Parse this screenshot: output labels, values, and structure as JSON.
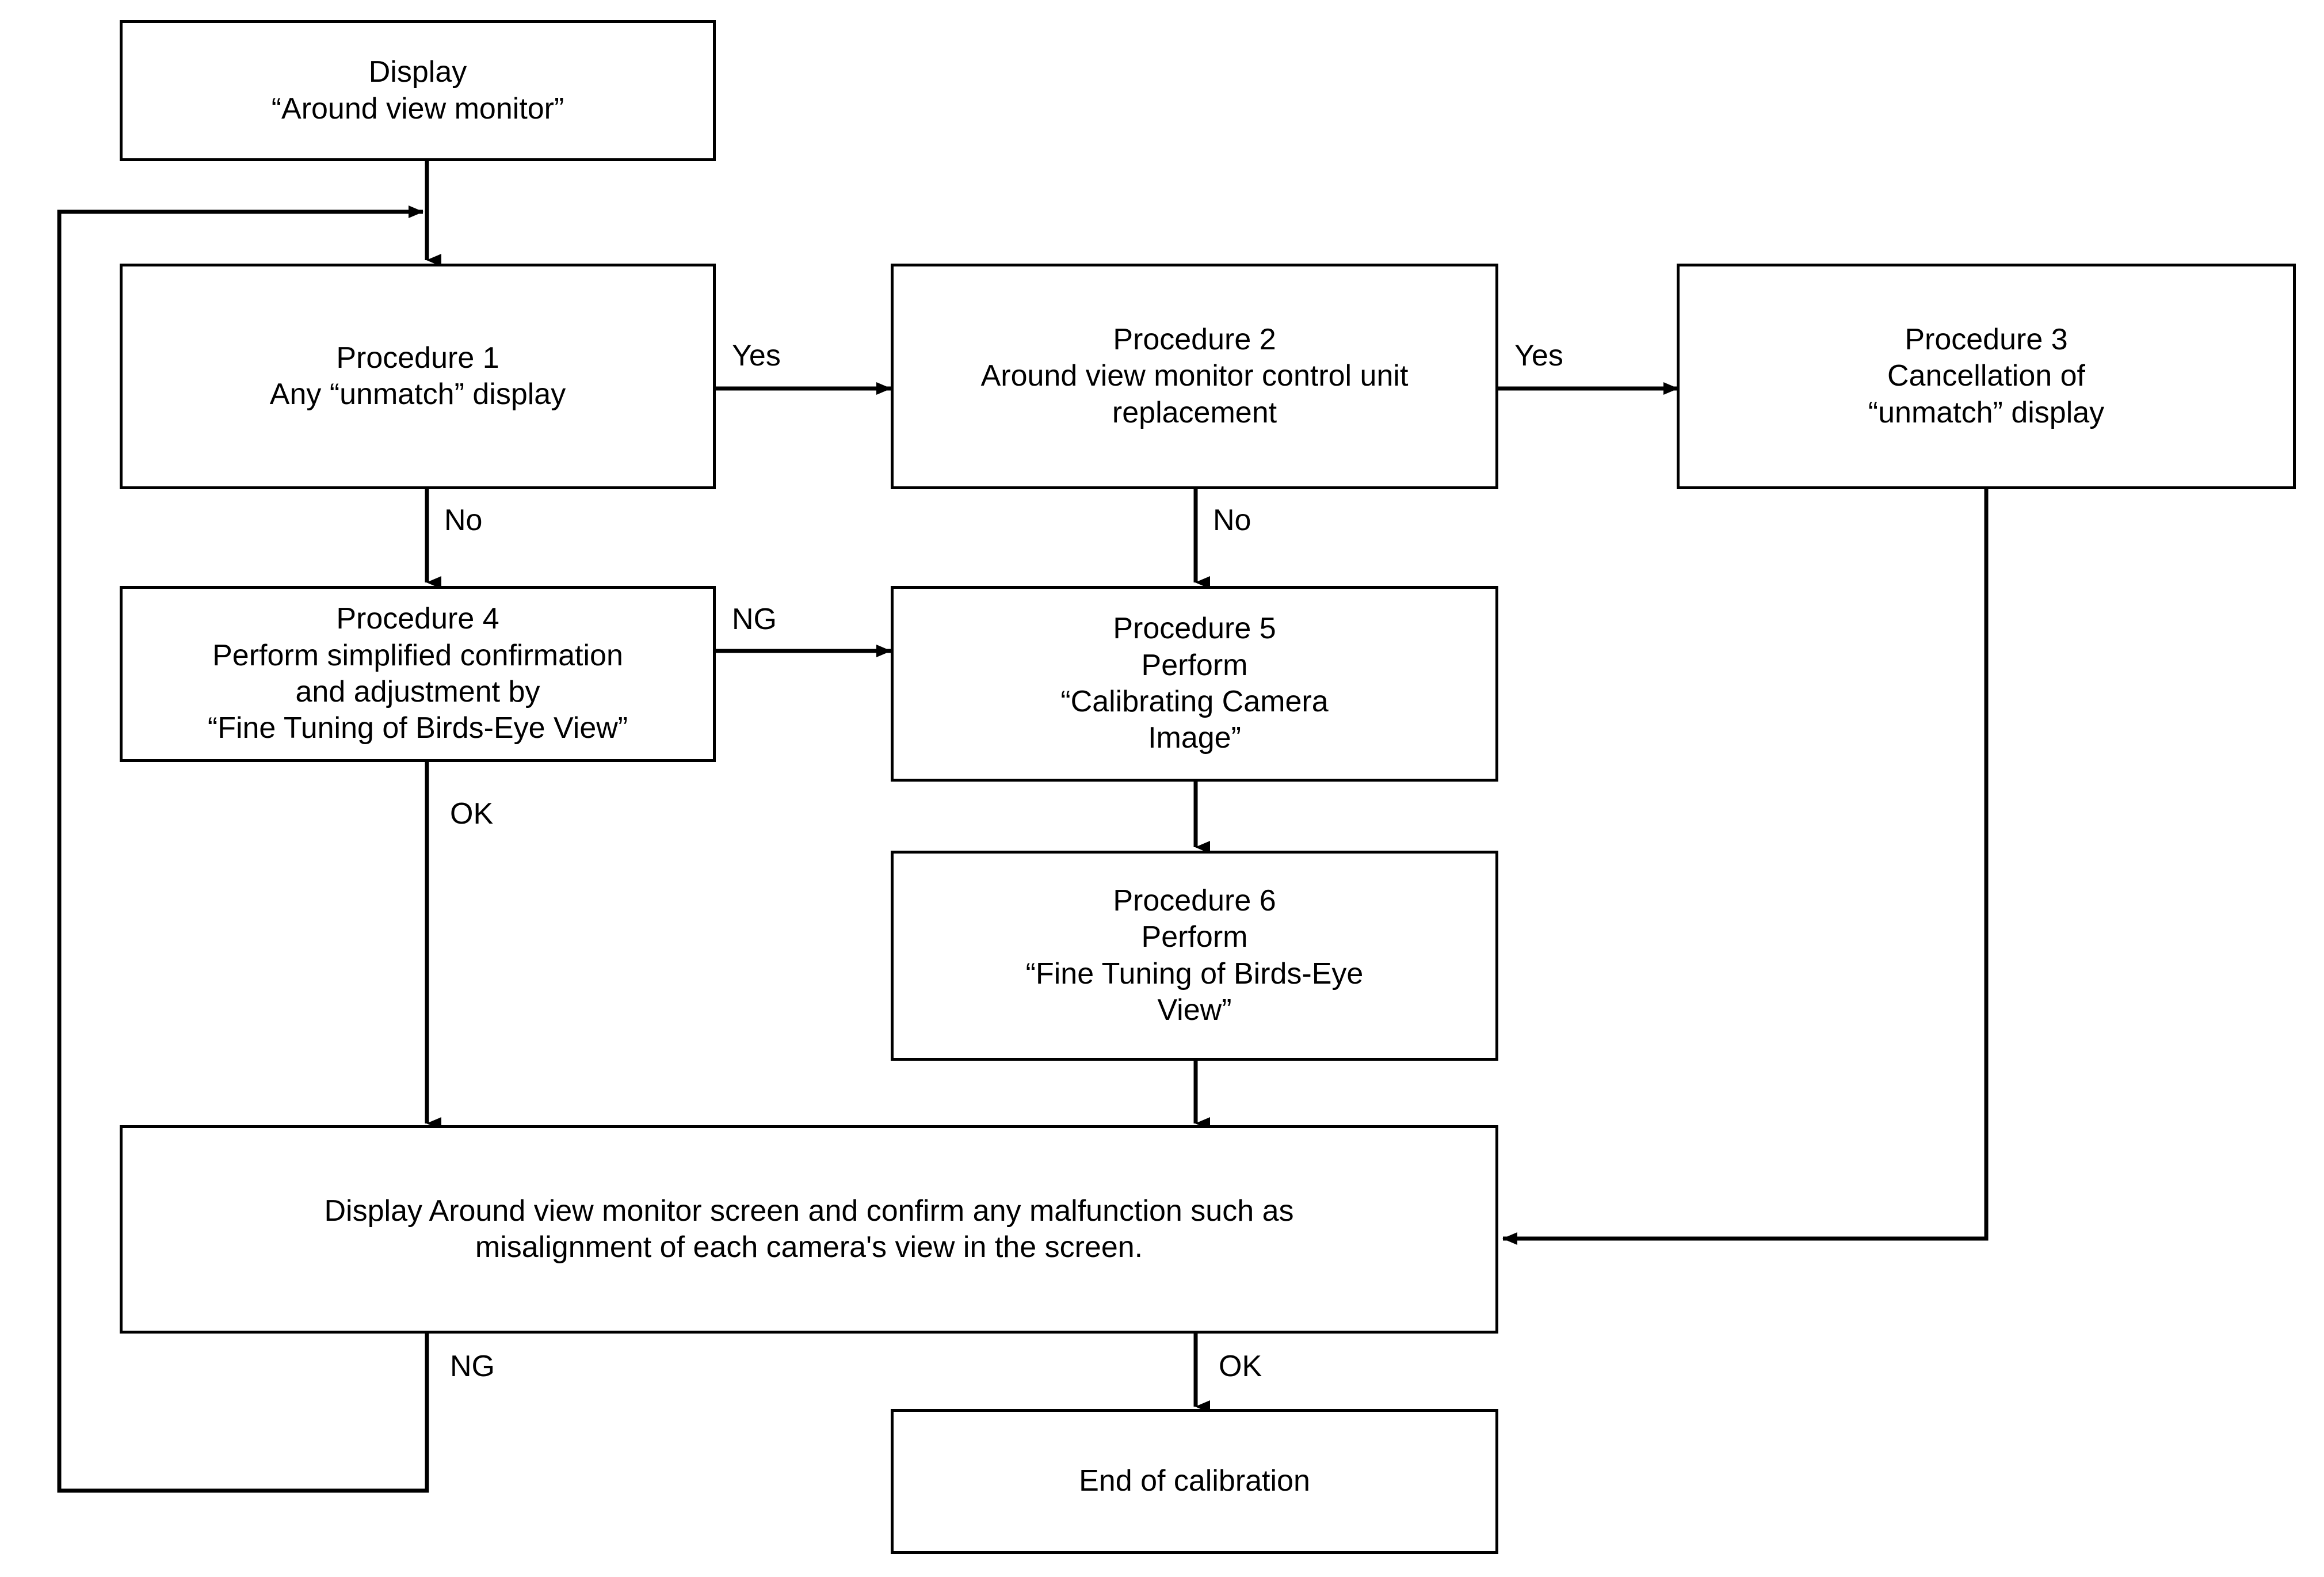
{
  "diagram": {
    "title": "Around view monitor calibration procedure flowchart",
    "stroke_color": "#000000",
    "background_color": "#ffffff"
  },
  "nodes": {
    "display_monitor": {
      "text": "Display\n“Around view monitor”"
    },
    "procedure_1": {
      "text": "Procedure 1\nAny “unmatch” display"
    },
    "procedure_2": {
      "text": "Procedure 2\nAround view monitor control unit\nreplacement"
    },
    "procedure_3": {
      "text": "Procedure 3\nCancellation of\n“unmatch” display"
    },
    "procedure_4": {
      "text": "Procedure 4\nPerform simplified confirmation\nand adjustment by\n“Fine Tuning of  Birds-Eye View”"
    },
    "procedure_5": {
      "text": "Procedure 5\nPerform\n“Calibrating Camera\nImage”"
    },
    "procedure_6": {
      "text": "Procedure 6\nPerform\n“Fine Tuning of  Birds-Eye\nView”"
    },
    "confirm_screen": {
      "text": "Display Around view monitor screen and confirm any malfunction such as\nmisalignment of each camera's view in the screen."
    },
    "end_calibration": {
      "text": "End of calibration"
    }
  },
  "edge_labels": {
    "p1_to_p2_yes": "Yes",
    "p2_to_p3_yes": "Yes",
    "p1_to_p4_no": "No",
    "p2_to_p5_no": "No",
    "p4_to_p5_ng": "NG",
    "p4_to_confirm_ok": "OK",
    "confirm_to_loop_ng": "NG",
    "confirm_to_end_ok": "OK"
  }
}
